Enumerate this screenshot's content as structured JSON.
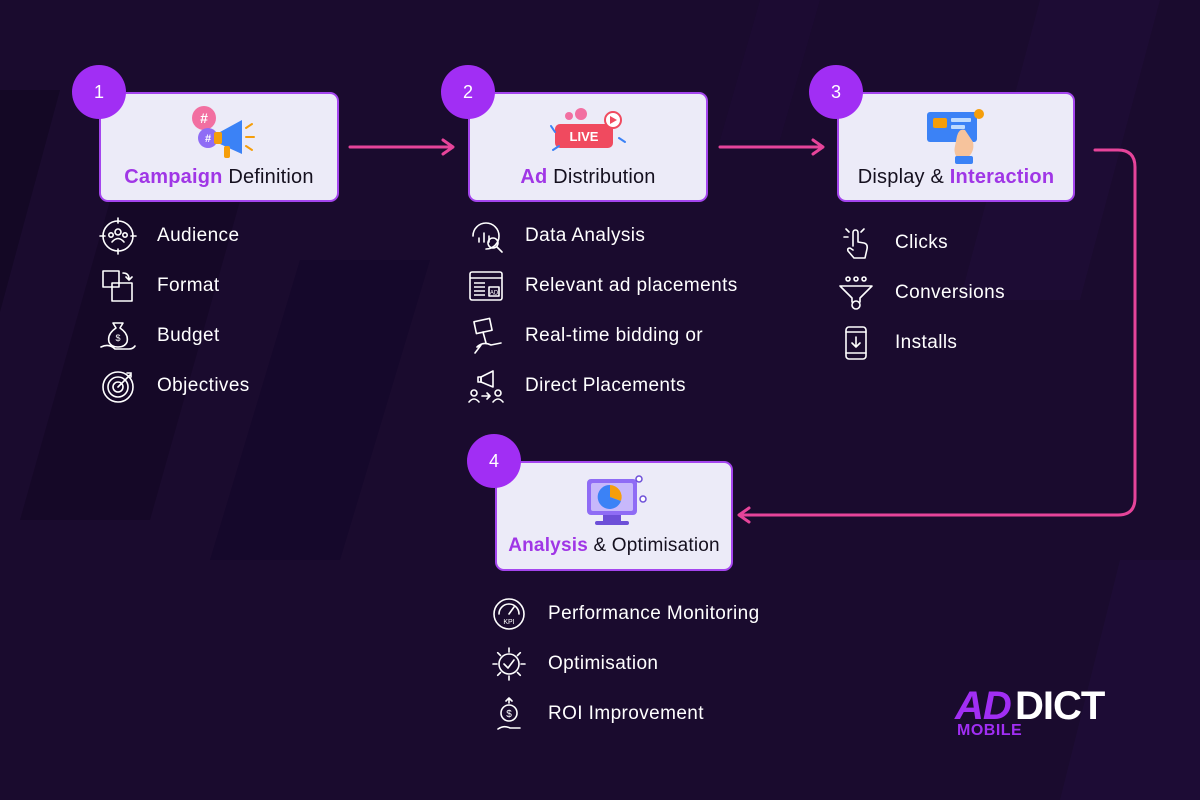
{
  "steps": [
    {
      "number": "1",
      "title_highlight": "Campaign",
      "title_rest": " Definition",
      "illustration": "megaphone-hashtag-icon",
      "features": [
        {
          "label": "Audience",
          "icon": "audience-icon"
        },
        {
          "label": "Format",
          "icon": "format-icon"
        },
        {
          "label": "Budget",
          "icon": "budget-icon"
        },
        {
          "label": "Objectives",
          "icon": "target-icon"
        }
      ]
    },
    {
      "number": "2",
      "title_highlight": "Ad",
      "title_rest": " Distribution",
      "illustration": "live-badge-icon",
      "features": [
        {
          "label": "Data Analysis",
          "icon": "data-analysis-icon"
        },
        {
          "label": "Relevant ad placements",
          "icon": "ad-placement-icon"
        },
        {
          "label": "Real-time bidding or",
          "icon": "bidding-icon"
        },
        {
          "label": "Direct Placements",
          "icon": "direct-placement-icon"
        }
      ]
    },
    {
      "number": "3",
      "title_pre": "Display & ",
      "title_highlight": "Interaction",
      "illustration": "hand-tapping-screen-icon",
      "features": [
        {
          "label": "Clicks",
          "icon": "click-icon"
        },
        {
          "label": "Conversions",
          "icon": "funnel-icon"
        },
        {
          "label": "Installs",
          "icon": "install-icon"
        }
      ]
    },
    {
      "number": "4",
      "title_highlight": "Analysis",
      "title_rest": " & Optimisation",
      "illustration": "pie-chart-monitor-icon",
      "features": [
        {
          "label": "Performance Monitoring",
          "icon": "kpi-gauge-icon"
        },
        {
          "label": "Optimisation",
          "icon": "gear-check-icon"
        },
        {
          "label": "ROI Improvement",
          "icon": "roi-icon"
        }
      ]
    }
  ],
  "logo": {
    "part1": "AD",
    "part2": "DICT",
    "sub": "MOBILE"
  },
  "colors": {
    "background": "#1a0b2e",
    "accent_purple": "#a12ef4",
    "connector_pink": "#e6449a",
    "box_fill": "#ecebf8"
  }
}
